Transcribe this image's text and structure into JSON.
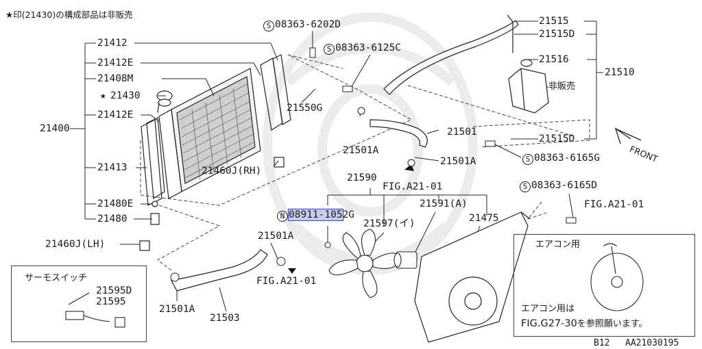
{
  "note": "★印(21430)の構成部品は非販売",
  "parts": {
    "p21412": "21412",
    "p21412E_top": "21412E",
    "p21408M": "21408M",
    "p21430": "21430",
    "p21412E_mid": "21412E",
    "p21400": "21400",
    "p21413": "21413",
    "p21480E": "21480E",
    "p21480": "21480",
    "p21460J_LH": "21460J(LH)",
    "p21460J_RH": "21460J(RH)",
    "p21550G": "21550G",
    "p21501A_a": "21501A",
    "p21501A_b": "21501A",
    "p21501A_c": "21501A",
    "p21501A_d": "21501A",
    "p21501": "21501",
    "p21503": "21503",
    "p21515": "21515",
    "p21515D_a": "21515D",
    "p21515D_b": "21515D",
    "p21516": "21516",
    "p21510": "21510",
    "p21590": "21590",
    "p21591A": "21591(A)",
    "p21597": "21597(イ)",
    "p21475": "21475",
    "p21595D": "21595D",
    "p21595": "21595"
  },
  "fasteners": {
    "s1_mark": "S",
    "s1": "08363-6202D",
    "s2_mark": "S",
    "s2": "08363-6125C",
    "s3_mark": "S",
    "s3": "08363-6165G",
    "s4_mark": "S",
    "s4": "08363-6165D",
    "n1_mark": "N",
    "n1_hl": "08911-105",
    "n1_rest": "2G"
  },
  "refs": {
    "fig_a": "FIG.A21-01",
    "fig_b": "FIG.A21-01",
    "fig_c": "FIG.A21-01"
  },
  "hanbai": "非販売",
  "front": "FRONT",
  "thermo_title": "サーモスイッチ",
  "aircon_title": "エアコン用",
  "aircon_note1": "エアコン用は",
  "aircon_note2_a": "FIG.G27-30",
  "aircon_note2_b": "を参照願います。",
  "footer_page": "B12",
  "footer_code": "AA21030195"
}
